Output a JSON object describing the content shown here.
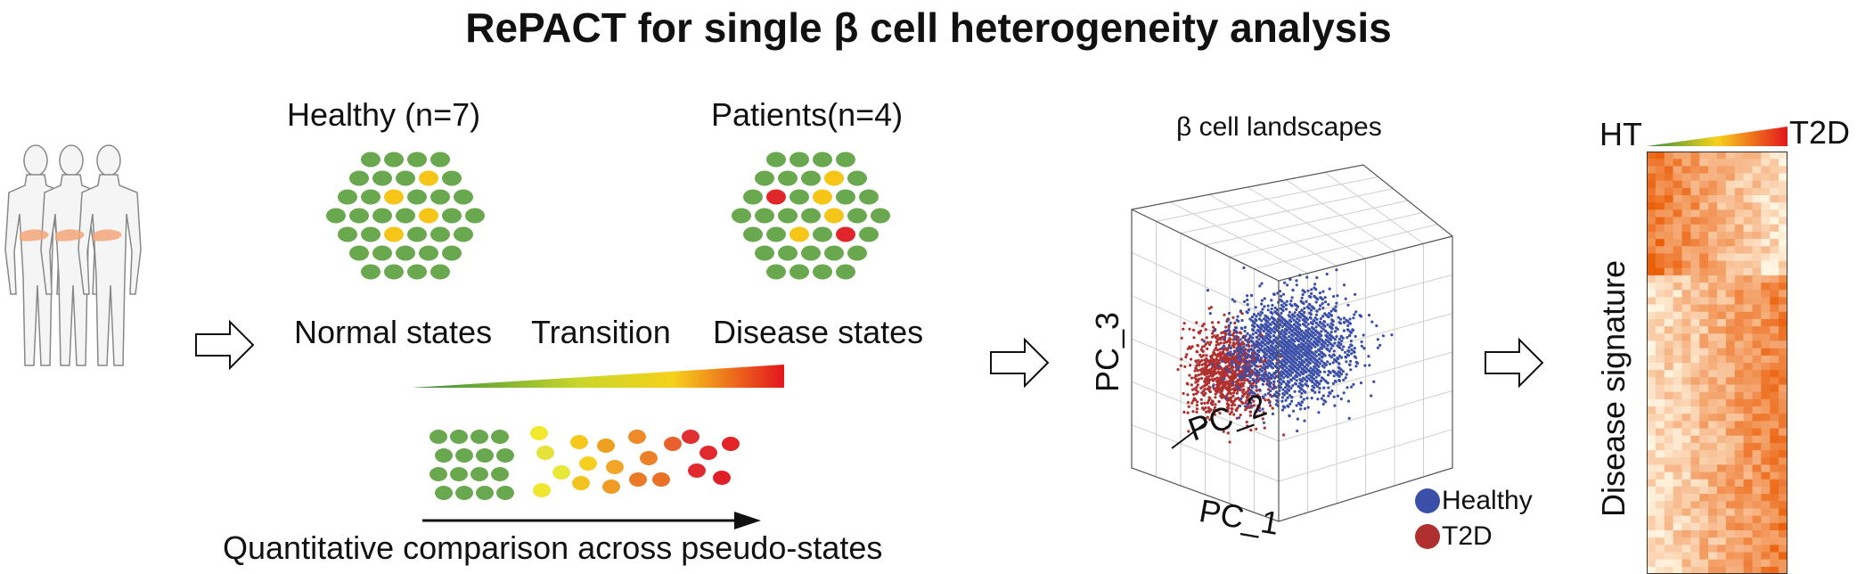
{
  "title": "RePACT for single β cell heterogeneity analysis",
  "groups": {
    "healthy": "Healthy (n=7)",
    "patients": "Patients(n=4)"
  },
  "states": {
    "normal": "Normal states",
    "transition": "Transition",
    "disease": "Disease states"
  },
  "pseudo_states_caption": "Quantitative comparison across pseudo-states",
  "landscape": {
    "title": "β cell landscapes",
    "axis_pc1": "PC_1",
    "axis_pc2": "PC_2",
    "axis_pc3": "PC_3",
    "legend": [
      {
        "label": "Healthy",
        "color": "#3b4fa8"
      },
      {
        "label": "T2D",
        "color": "#b03030"
      }
    ]
  },
  "heatmap": {
    "left_label": "HT",
    "right_label": "T2D",
    "side_label": "Disease signature"
  },
  "colors": {
    "green_cell": "#6aa84f",
    "yellow_cell": "#f5c518",
    "red_cell": "#e0262b",
    "orange_cell": "#e8892a",
    "healthy_dot": "#3b4fa8",
    "t2d_dot": "#b03030"
  }
}
